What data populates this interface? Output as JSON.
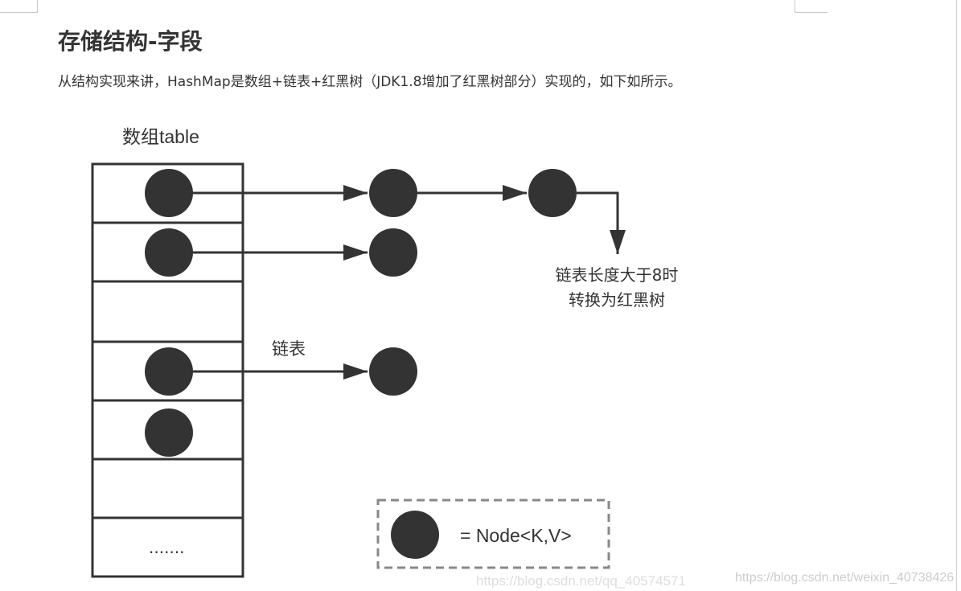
{
  "heading": "存储结构-字段",
  "description": "从结构实现来讲，HashMap是数组+链表+红黑树（JDK1.8增加了红黑树部分）实现的，如下如所示。",
  "diagram": {
    "table_label": "数组table",
    "ellipsis": ".......",
    "linked_list_label": "链表",
    "treeify_note_line1": "链表长度大于8时",
    "treeify_note_line2": "转换为红黑树",
    "legend_text": "= Node<K,V>"
  },
  "watermarks": [
    "https://blog.csdn.net/qq_40574571",
    "https://blog.csdn.net/weixin_40738426"
  ],
  "colors": {
    "node": "#333333",
    "text": "#333333"
  }
}
